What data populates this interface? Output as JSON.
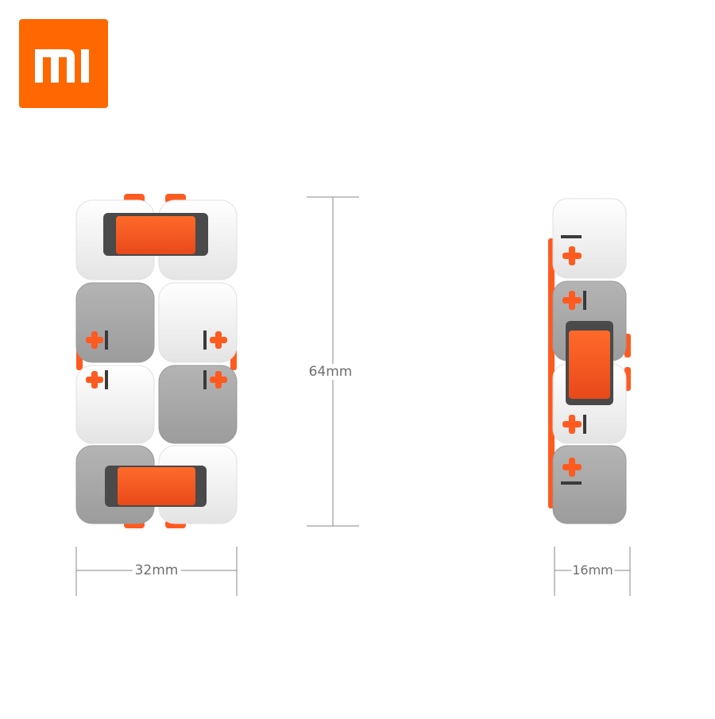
{
  "brand": {
    "logo_text": "mi",
    "logo_color": "#ff6700"
  },
  "product_colors": {
    "white": "#f3f3f3",
    "gray": "#a9a9a9",
    "orange": "#ff5a1f",
    "dark": "#3a3a3a"
  },
  "dimensions": {
    "height": "64mm",
    "width": "32mm",
    "depth": "16mm"
  }
}
